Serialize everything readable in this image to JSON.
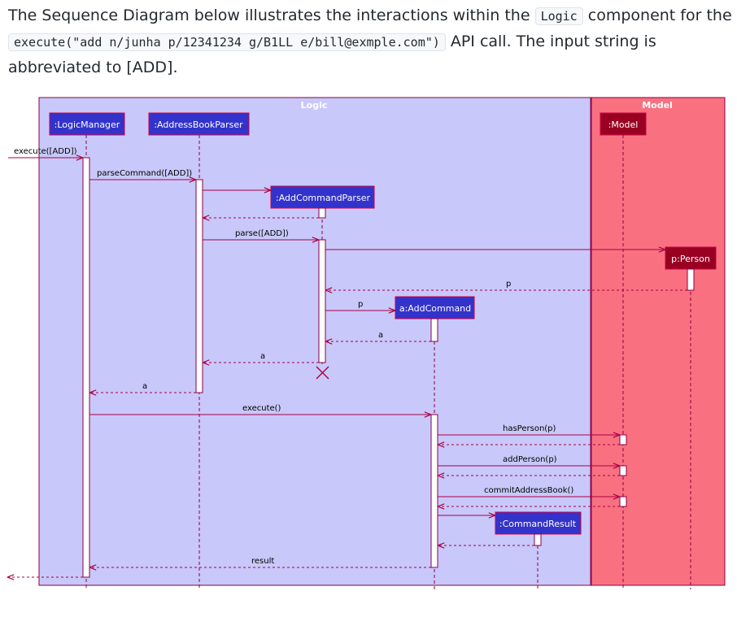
{
  "intro": {
    "t1": "The Sequence Diagram below illustrates the interactions within the",
    "code1": "Logic",
    "t2": "component for the",
    "code2": "execute(\"add n/junha p/12341234 g/B1LL e/bill@exmple.com\")",
    "t3": "API call. The input string is abbreviated to [ADD]."
  },
  "diagram": {
    "colors": {
      "logic_bg": "#c8c8fa",
      "model_bg": "#f97181",
      "frame": "#8b0045",
      "box_fill": "#3333cc",
      "box_border": "#cc0044",
      "person_fill": "#990022",
      "arrow": "#aa0044"
    },
    "boundaries": {
      "logic": "Logic",
      "model": "Model"
    },
    "participants": {
      "logic_manager": ":LogicManager",
      "address_book_parser": ":AddressBookParser",
      "model": ":Model",
      "add_command_parser": ":AddCommandParser",
      "person": "p:Person",
      "add_command": "a:AddCommand",
      "command_result": ":CommandResult"
    },
    "messages": {
      "execute_add": "execute([ADD])",
      "parse_command": "parseCommand([ADD])",
      "parse": "parse([ADD])",
      "return_p": "p",
      "p_arg": "p",
      "return_a1": "a",
      "return_a2": "a",
      "return_a3": "a",
      "execute": "execute()",
      "has_person": "hasPerson(p)",
      "add_person": "addPerson(p)",
      "commit": "commitAddressBook()",
      "result": "result"
    }
  }
}
